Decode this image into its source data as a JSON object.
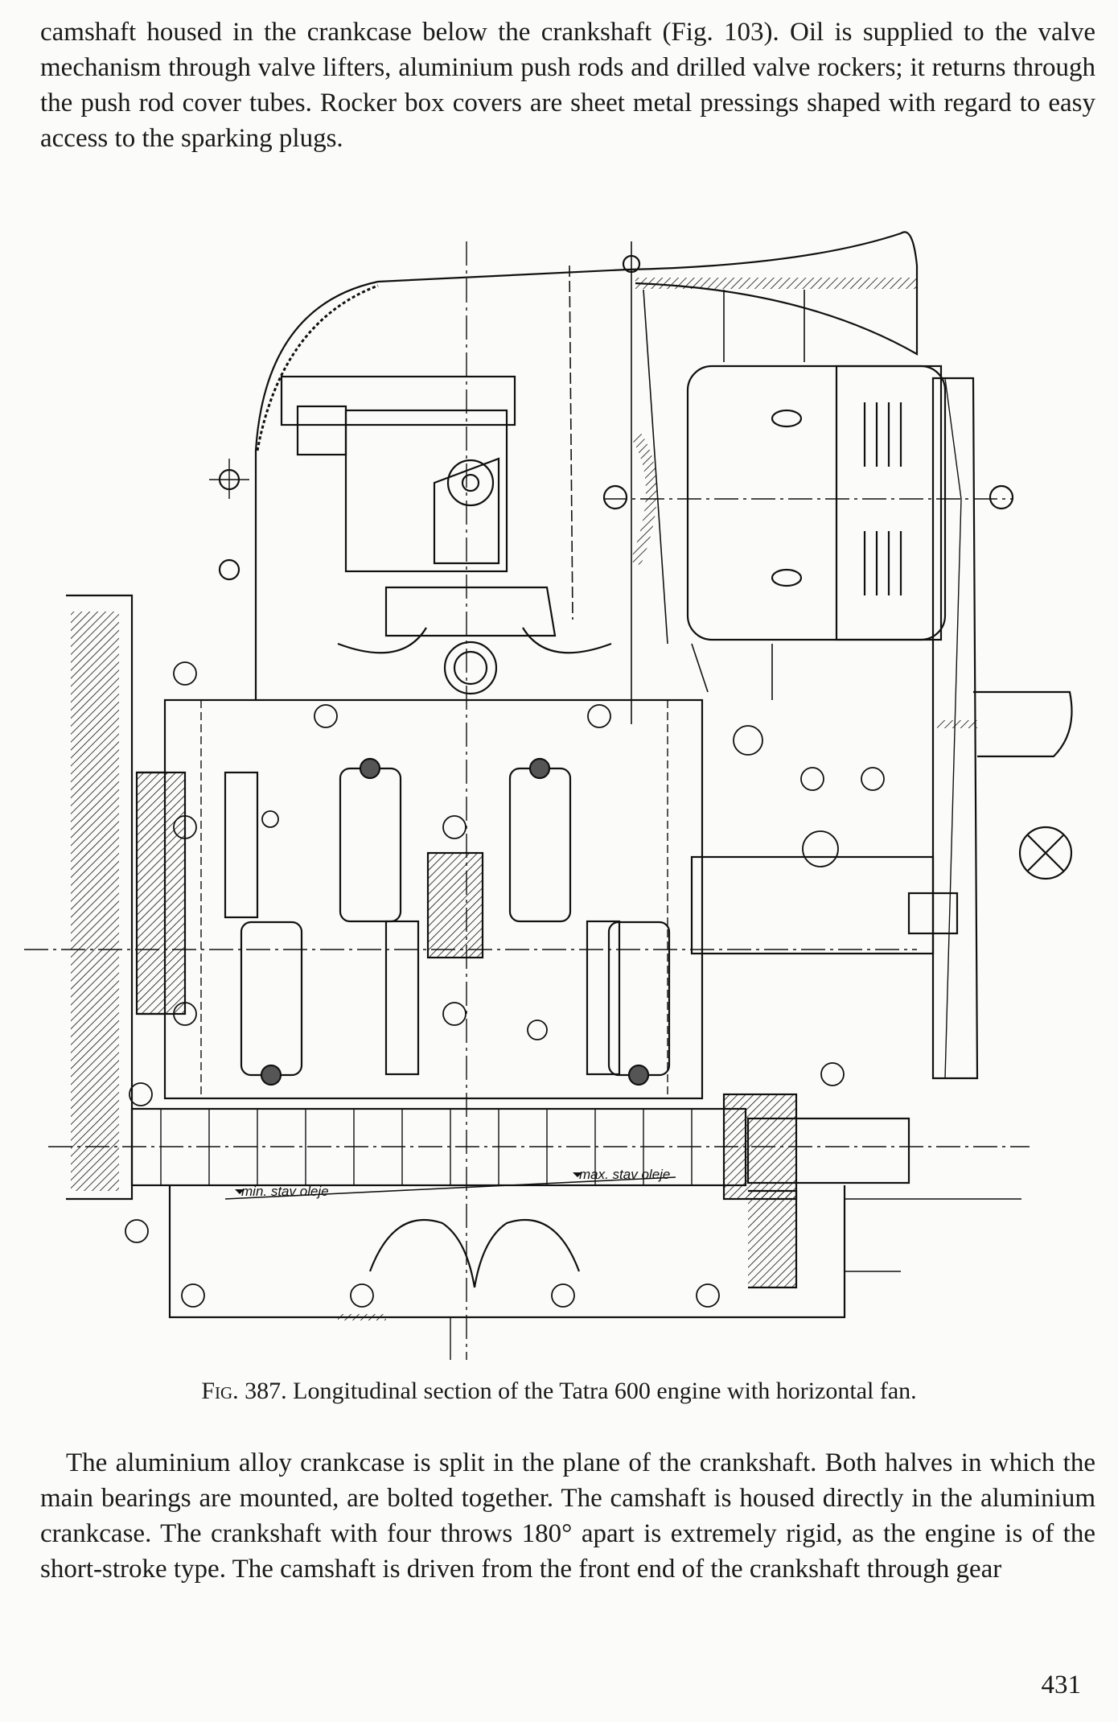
{
  "top_paragraph": "camshaft housed in the crankcase below the crankshaft (Fig. 103). Oil is supplied to the valve mechanism through valve lifters, aluminium push rods and drilled valve rockers; it returns through the push rod cover tubes. Rocker box covers are sheet metal pressings shaped with regard to easy access to the sparking plugs.",
  "figure": {
    "labels": {
      "min_oil_level": "min. stav oleje",
      "max_oil_level": "max. stav oleje"
    },
    "caption_prefix": "Fig. 387.",
    "caption_text": " Longitudinal section of the Tatra 600 engine with horizontal fan."
  },
  "bottom_paragraph": "The aluminium alloy crankcase is split in the plane of the crankshaft. Both halves in which the main bearings are mounted, are bolted together. The camshaft is housed directly in the aluminium crankcase. The crankshaft with four throws 180° apart is extremely rigid, as the engine is of the short-stroke type. The camshaft is driven from the front end of the crankshaft through gear",
  "page_number": "431"
}
